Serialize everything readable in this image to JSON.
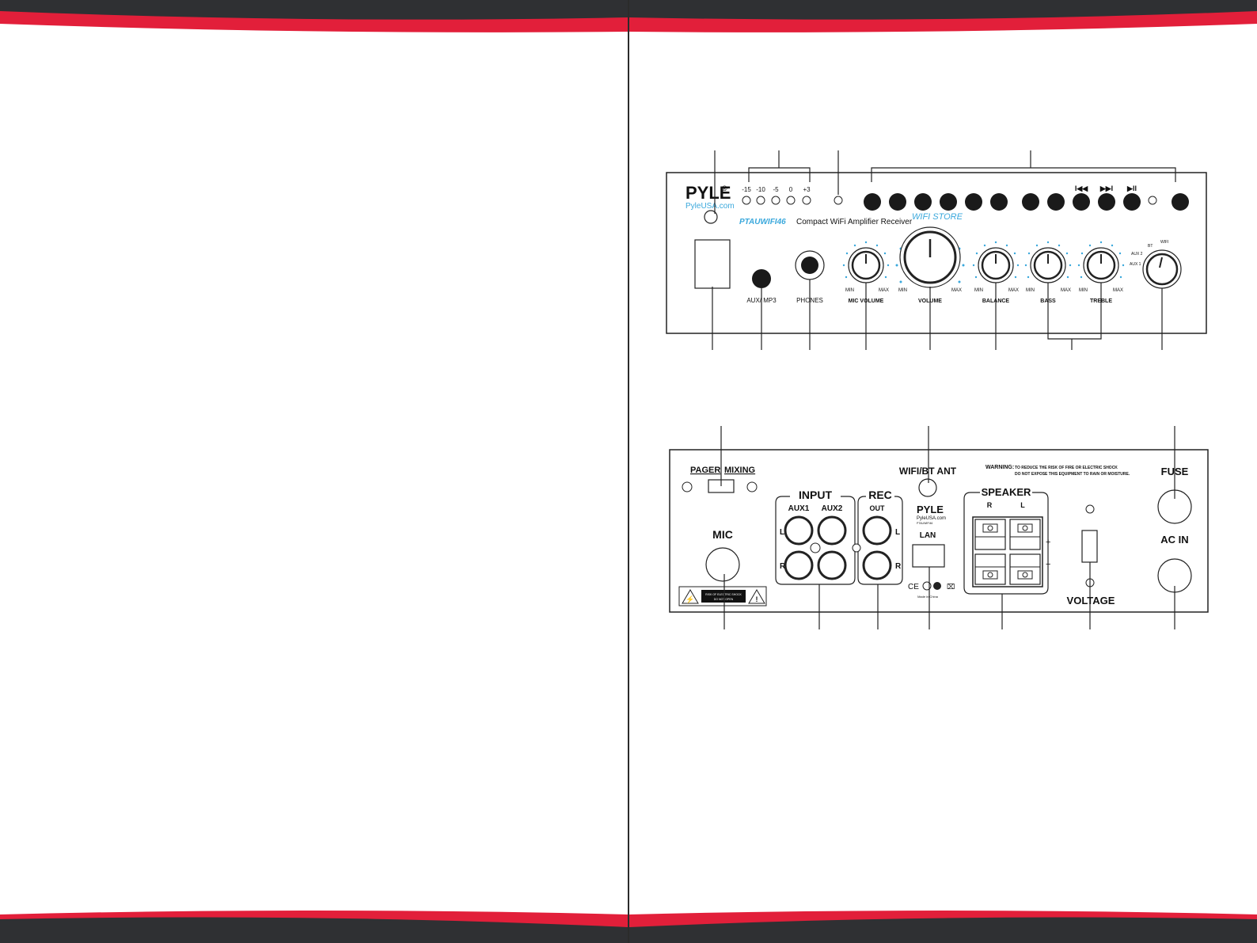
{
  "colors": {
    "band_dark": "#2f3033",
    "band_red": "#e21f3a",
    "accent_blue": "#3aa8dc"
  },
  "front_panel": {
    "brand": "PYLE",
    "brand_reg": "®",
    "website": "PyleUSA.com",
    "model": "PTAUWIFI46",
    "subtitle": "Compact WiFi Amplifier Receiver",
    "wifi_store": "WIFI STORE",
    "level_labels": [
      "-15",
      "-10",
      "-5",
      "0",
      "+3"
    ],
    "transport_icons": [
      "previous-icon",
      "next-icon",
      "play-pause-icon"
    ],
    "transport_glyphs": [
      "I◀◀",
      "▶▶I",
      "▶II"
    ],
    "aux_mp3": "AUX/ MP3",
    "phones": "PHONES",
    "min": "MIN",
    "max": "MAX",
    "knobs": [
      "MIC VOLUME",
      "VOLUME",
      "BALANCE",
      "BASS",
      "TREBLE"
    ],
    "selector_labels": [
      "BT",
      "WIFI",
      "AUX 2",
      "AUX 1"
    ]
  },
  "rear_panel": {
    "pager": "PAGER",
    "mixing": "MIXING",
    "mic": "MIC",
    "input": "INPUT",
    "aux1": "AUX1",
    "aux2": "AUX2",
    "rec": "REC",
    "out": "OUT",
    "l": "L",
    "r": "R",
    "wifi_bt_ant": "WIFI/BT ANT",
    "brand": "PYLE",
    "website": "PyleUSA.com",
    "model": "PTAUWIFI46",
    "lan": "LAN",
    "made_in": "Made in China",
    "cert_marks": "CE",
    "warning_title": "WARNING:",
    "warning_line1": "TO REDUCE THE RISK OF FIRE OR ELECTRIC SHOCK",
    "warning_line2": "DO NOT EXPOSE THIS EQUIPMENT TO RAIN OR MOISTURE.",
    "shock_label_1": "RISK OF ELECTRIC SHOCK",
    "shock_label_2": "DO NOT OPEN",
    "speaker": "SPEAKER",
    "plus": "+",
    "minus": "−",
    "voltage": "VOLTAGE",
    "fuse": "FUSE",
    "ac_in": "AC IN"
  }
}
